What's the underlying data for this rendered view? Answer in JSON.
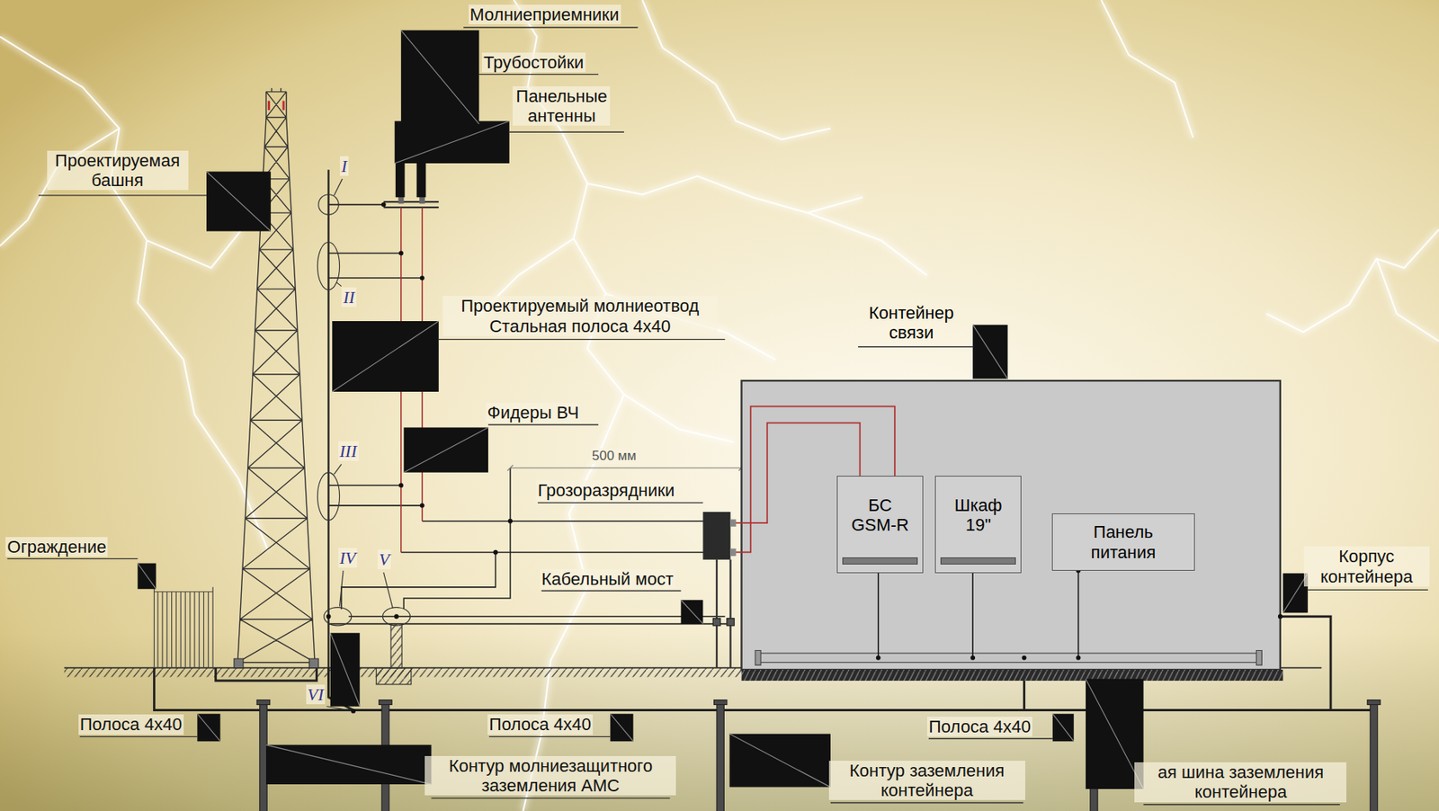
{
  "diagram": {
    "nodes": [
      {
        "text": [
          "Контейнер связи"
        ]
      },
      {
        "text": [
          "БС GSM-R"
        ],
        "in": 0
      },
      {
        "text": [
          "Шкаф 19\""
        ],
        "in": 0
      },
      {
        "text": [
          "Панель питания"
        ],
        "in": 0
      }
    ],
    "labels": [
      "Молниеприемники",
      "Трубостойки",
      "Панельные антенны",
      "Проектируемая башня",
      "I",
      "II",
      "Проектируемый молниеотвод Стальная полоса 4х40",
      "Фидеры ВЧ",
      "III",
      "500 мм",
      "Грозоразрядники",
      "Ограждение",
      "Корпус контейнера",
      "IV",
      "V",
      "Кабельный мост",
      "VI",
      "Полоса 4х40",
      "Полоса 4х40",
      "Полоса 4х40",
      "Контур молниезащитного заземления АМС",
      "Контур заземления контейнера",
      "ая шина заземления контейнера"
    ]
  }
}
